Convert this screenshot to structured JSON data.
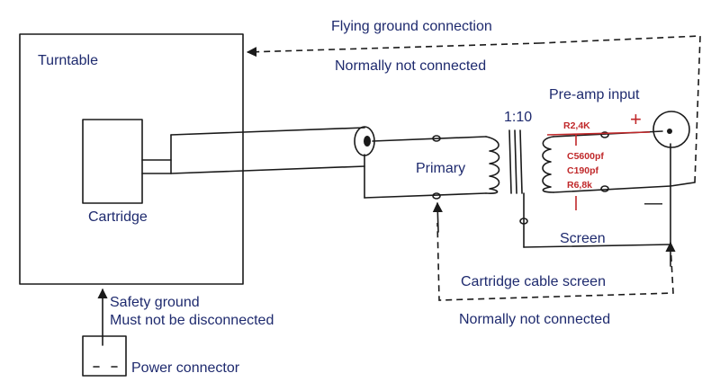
{
  "labels": {
    "turntable": "Turntable",
    "cartridge": "Cartridge",
    "flying_ground": "Flying ground connection",
    "normally_not_connected_top": "Normally not connected",
    "ratio": "1:10",
    "primary": "Primary",
    "preamp_input": "Pre-amp input",
    "screen": "Screen",
    "cartridge_cable_screen": "Cartridge cable screen",
    "normally_not_connected_bottom": "Normally not connected",
    "safety_ground": "Safety ground",
    "must_not_disconnect": "Must not be disconnected",
    "power_connector": "Power connector",
    "plus_sign": "+",
    "minus_sign": "—"
  },
  "components": {
    "r1": "R2,4K",
    "c1": "C5600pf",
    "c2": "C190pf",
    "r2": "R6,8k"
  },
  "colors": {
    "ink": "#1a1a1a",
    "label": "#1e2a6e",
    "component": "#c0282a"
  }
}
